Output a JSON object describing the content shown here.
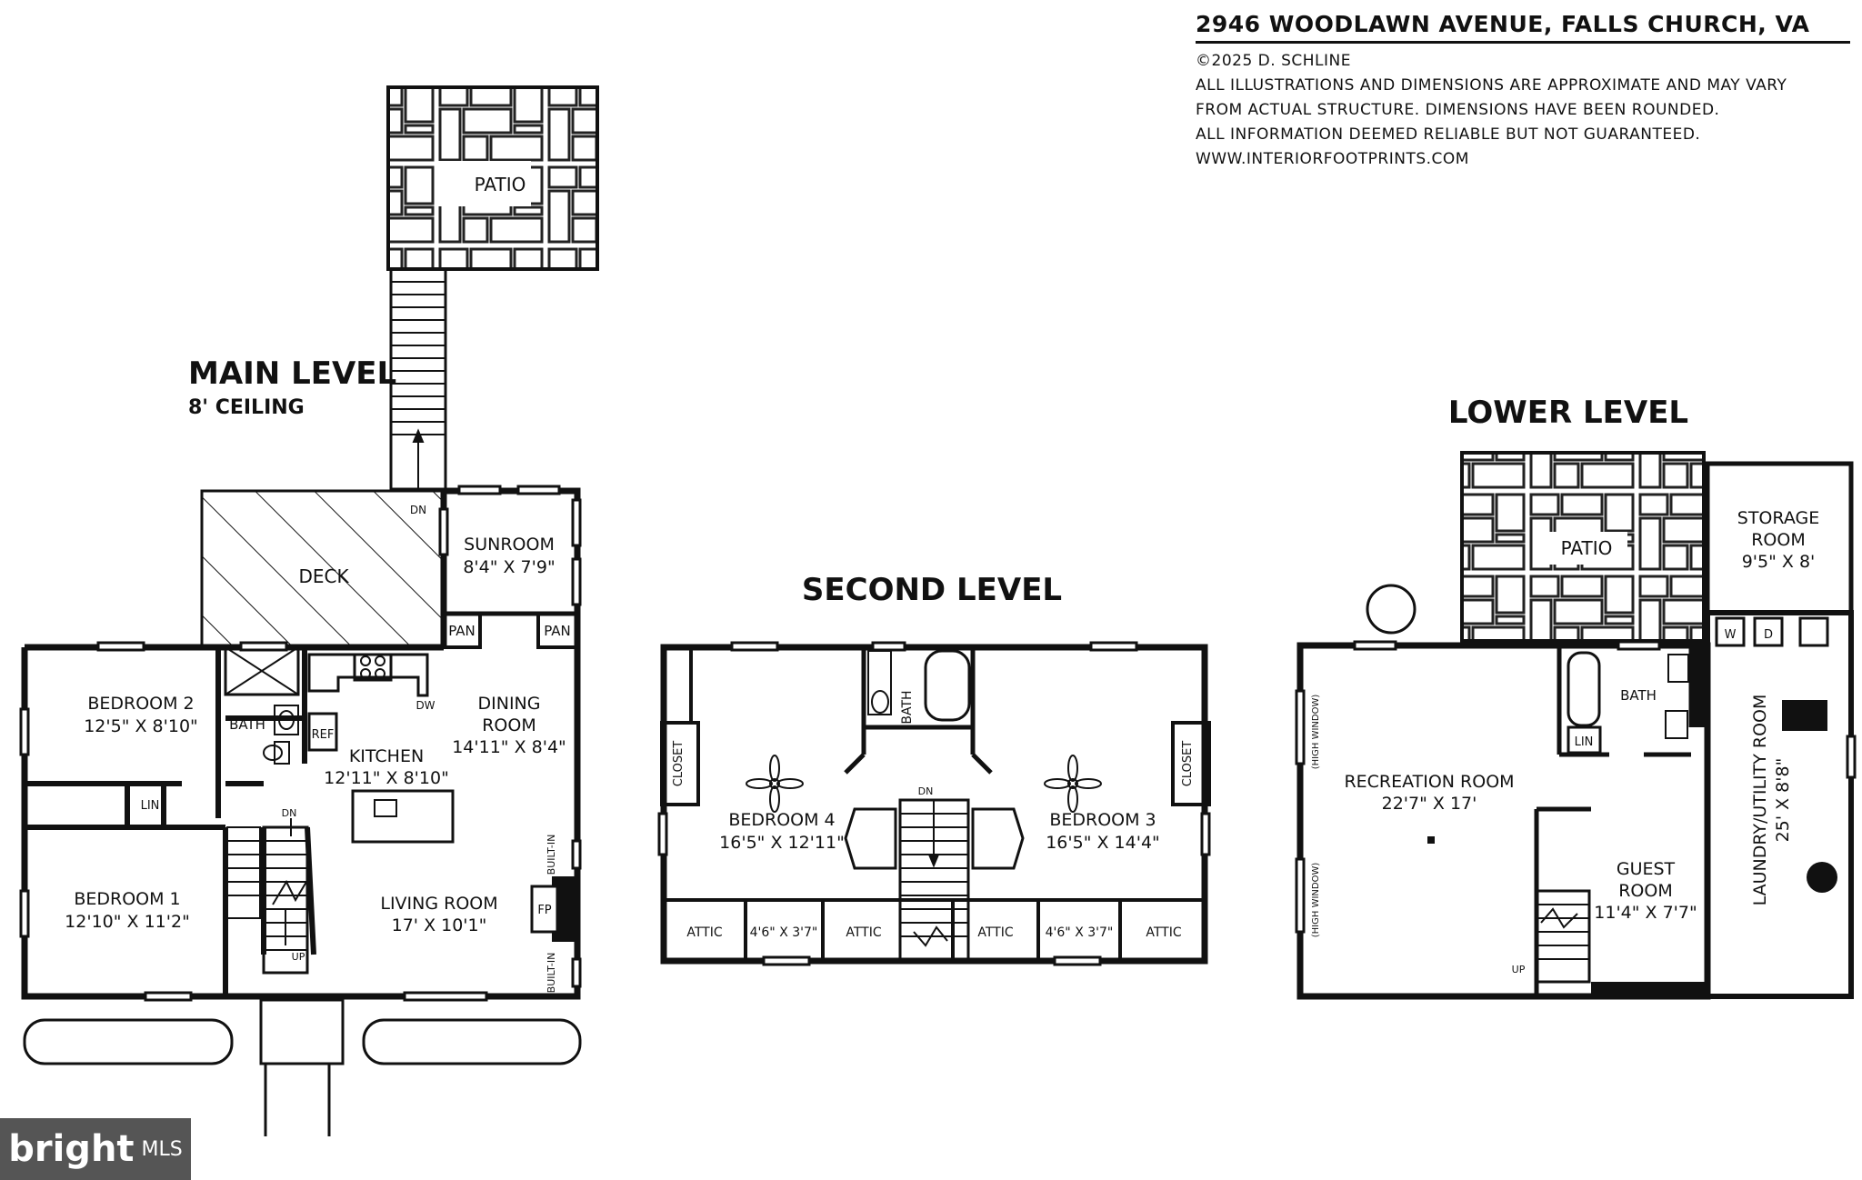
{
  "header": {
    "address": "2946 WOODLAWN AVENUE, FALLS CHURCH, VA",
    "copyright": "©2025 D. SCHLINE",
    "disclaimer": [
      "ALL ILLUSTRATIONS AND DIMENSIONS ARE APPROXIMATE AND MAY VARY",
      "FROM ACTUAL STRUCTURE. DIMENSIONS HAVE BEEN ROUNDED.",
      "ALL INFORMATION DEEMED RELIABLE BUT NOT GUARANTEED."
    ],
    "website": "WWW.INTERIORFOOTPRINTS.COM"
  },
  "main_level": {
    "title": "MAIN LEVEL",
    "ceiling": "8' CEILING",
    "labels": {
      "patio": "PATIO",
      "deck": "DECK",
      "dn_stairs": "DN",
      "sunroom": "SUNROOM",
      "sunroom_dim": "8'4\" X 7'9\"",
      "pan1": "PAN",
      "pan2": "PAN",
      "bedroom2": "BEDROOM 2",
      "bedroom2_dim": "12'5\" X 8'10\"",
      "bath": "BATH",
      "ref": "REF",
      "dw": "DW",
      "kitchen": "KITCHEN",
      "kitchen_dim": "12'11\" X 8'10\"",
      "dining": "DINING",
      "dining2": "ROOM",
      "dining_dim": "14'11\" X 8'4\"",
      "lin": "LIN",
      "dn": "DN",
      "up": "UP",
      "bedroom1": "BEDROOM 1",
      "bedroom1_dim": "12'10\" X 11'2\"",
      "living": "LIVING ROOM",
      "living_dim": "17' X 10'1\"",
      "fp": "FP",
      "builtin1": "BUILT-IN",
      "builtin2": "BUILT-IN"
    }
  },
  "second_level": {
    "title": "SECOND LEVEL",
    "labels": {
      "closet1": "CLOSET",
      "closet2": "CLOSET",
      "bath": "BATH",
      "bedroom4": "BEDROOM 4",
      "bedroom4_dim": "16'5\" X 12'11\"",
      "bedroom3": "BEDROOM 3",
      "bedroom3_dim": "16'5\" X 14'4\"",
      "dn": "DN",
      "attic1": "ATTIC",
      "attic2": "ATTIC",
      "attic3": "ATTIC",
      "attic4": "ATTIC",
      "attic_dim1": "4'6\" X 3'7\"",
      "attic_dim2": "4'6\" X 3'7\""
    }
  },
  "lower_level": {
    "title": "LOWER LEVEL",
    "labels": {
      "patio": "PATIO",
      "storage": "STORAGE",
      "storage2": "ROOM",
      "storage_dim": "9'5\" X 8'",
      "w": "W",
      "d": "D",
      "bath": "BATH",
      "lin": "LIN",
      "rec": "RECREATION ROOM",
      "rec_dim": "22'7\" X 17'",
      "high1": "(HIGH WINDOW)",
      "high2": "(HIGH WINDOW)",
      "guest": "GUEST",
      "guest2": "ROOM",
      "guest_dim": "11'4\" X 7'7\"",
      "up": "UP",
      "laundry": "LAUNDRY/UTILITY ROOM",
      "laundry_dim": "25' X 8'8\""
    }
  },
  "logo": {
    "brand": "bright",
    "mls": "MLS"
  }
}
